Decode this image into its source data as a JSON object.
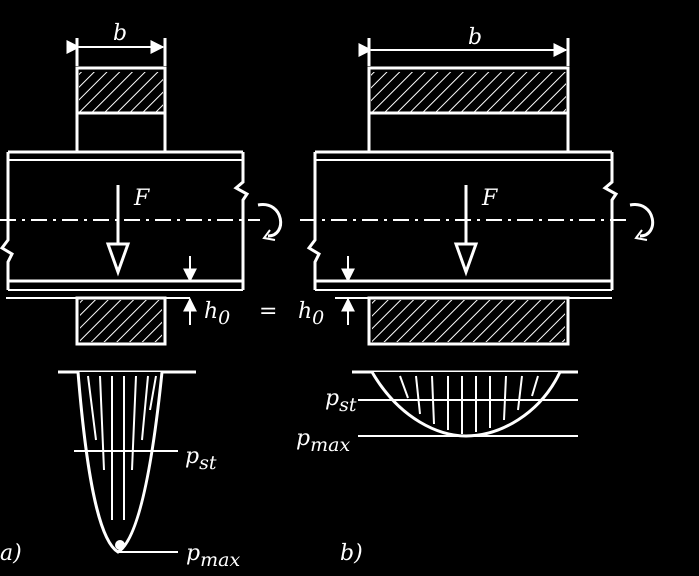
{
  "colors": {
    "background": "#000000",
    "ink": "#ffffff"
  },
  "figure_a": {
    "width_label": "b",
    "force_label": "F",
    "clearance_label": "h",
    "clearance_sub": "0",
    "mean_pressure_label": "p",
    "mean_pressure_sub": "st",
    "max_pressure_label": "p",
    "max_pressure_sub": "max",
    "panel_label": "a)"
  },
  "figure_b": {
    "width_label": "b",
    "force_label": "F",
    "clearance_label": "h",
    "clearance_sub": "0",
    "mean_pressure_label": "p",
    "mean_pressure_sub": "st",
    "max_pressure_label": "p",
    "max_pressure_sub": "max",
    "panel_label": "b)"
  },
  "equals_sign": "="
}
